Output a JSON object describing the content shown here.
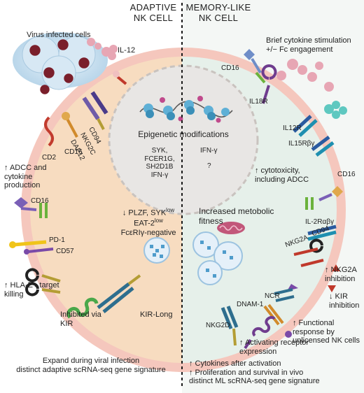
{
  "headers": {
    "left_line1": "ADAPTIVE",
    "left_line2": "NK CELL",
    "right_line1": "MEMORY-LIKE",
    "right_line2": "NK CELL"
  },
  "left": {
    "virus_infected_cells": "Virus infected cells",
    "il12": "IL-12",
    "cd94": "CD94",
    "nkg2c": "NKG2C",
    "dap12": "DAP12",
    "cd16_a": "CD16",
    "cd2": "CD2",
    "adcc_line1": "↑ ADCC and",
    "adcc_line2": "cytokine",
    "adcc_line3": "production",
    "cd16_b": "CD16",
    "pd1": "PD-1",
    "cd57": "CD57",
    "hla_line1": "↑ HLA-E+ target",
    "hla_line2": "killing",
    "inhibited_line1": "Inhibited via",
    "inhibited_line2": "KIR",
    "kir_long": "KIR-Long",
    "bottom_line1": "Expand during viral infection",
    "bottom_line2": "distinct adaptive scRNA-seq gene signature"
  },
  "center": {
    "epigenetic": "Epigenetic modifications",
    "genes_line1": "SYK,",
    "genes_line2": "FCER1G,",
    "genes_line3": "SH2D1B",
    "genes_line4": "IFN-γ",
    "ifn_right": "IFN-γ",
    "question": "?",
    "plzf_line1": "↓ PLZF, SYK",
    "plzf_sup": "low",
    "plzf_line2": "EAT-2",
    "plzf_sup2": "low",
    "plzf_line3": "FcεRIγ-negative"
  },
  "right": {
    "brief_line1": "Brief cytokine stimulation",
    "brief_line2": "+/− Fc engagement",
    "cd16_top": "CD16",
    "il18r": "IL18R",
    "il12r": "IL12R",
    "il15rb": "IL15Rβγ",
    "cytotox_line1": "↑ cytotoxicity,",
    "cytotox_line2": "including ADCC",
    "cd16_mid": "CD16",
    "fitness_line1": "Increased metobolic",
    "fitness_line2": "fitness",
    "il2r": "IL-2Rαβγ",
    "cd94": "CD94",
    "nkg2a": "NKG2A",
    "nkg2a_inhib_line1": "↑ NKG2A",
    "nkg2a_inhib_line2": "inhibition",
    "kir_inhib_line1": "↓ KIR",
    "kir_inhib_line2": "inhibition",
    "ncr": "NCR",
    "dnam1": "DNAM-1",
    "nkg2d": "NKG2D",
    "functional_line1": "↑ Functional",
    "functional_line2": "response by",
    "functional_line3": "unlicensed NK cells",
    "activating_line1": "↑ Activating receptor",
    "activating_line2": "expression",
    "bottom_line1": "↑ Cytokines after activation",
    "bottom_line2": "↑ Proliferation and survival in vivo",
    "bottom_line3": "distinct ML scRNA-seq gene signature"
  },
  "colors": {
    "cell_left": "#f7dcc0",
    "cell_right": "#e4efe9",
    "membrane": "#f2b8b0",
    "nucleus": "#e6e6e6",
    "virus_bg": "#cfe3f1",
    "virus": "#7a1f2b"
  }
}
